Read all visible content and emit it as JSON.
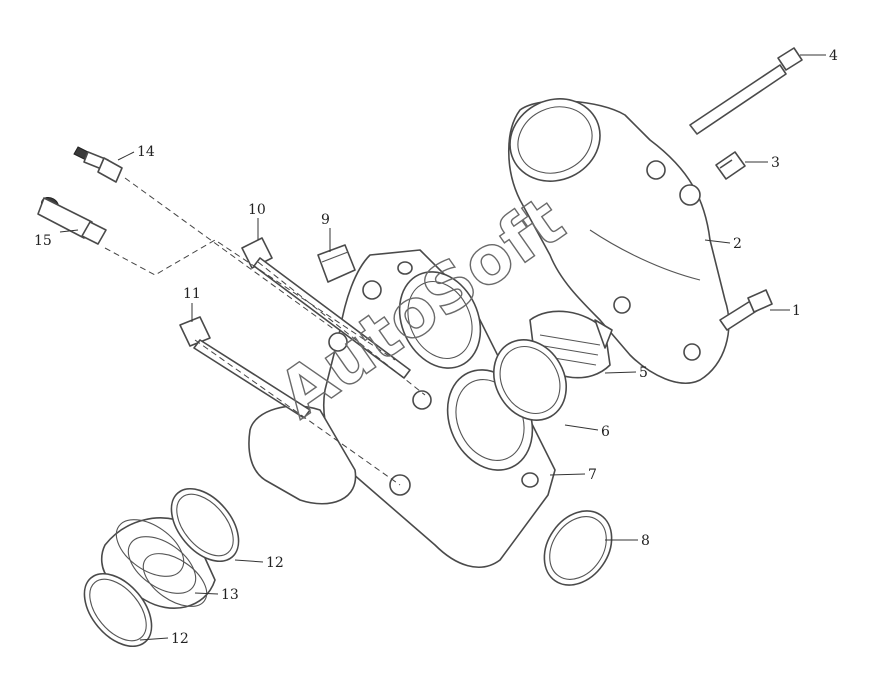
{
  "diagram": {
    "callouts": [
      {
        "id": "1",
        "text": "1"
      },
      {
        "id": "2",
        "text": "2"
      },
      {
        "id": "3",
        "text": "3"
      },
      {
        "id": "4",
        "text": "4"
      },
      {
        "id": "5",
        "text": "5"
      },
      {
        "id": "6",
        "text": "6"
      },
      {
        "id": "7",
        "text": "7"
      },
      {
        "id": "8",
        "text": "8"
      },
      {
        "id": "9",
        "text": "9"
      },
      {
        "id": "10",
        "text": "10"
      },
      {
        "id": "11",
        "text": "11"
      },
      {
        "id": "12a",
        "text": "12"
      },
      {
        "id": "12b",
        "text": "12"
      },
      {
        "id": "13",
        "text": "13"
      },
      {
        "id": "14",
        "text": "14"
      },
      {
        "id": "15",
        "text": "15"
      }
    ],
    "watermark": "AutoSoft"
  }
}
